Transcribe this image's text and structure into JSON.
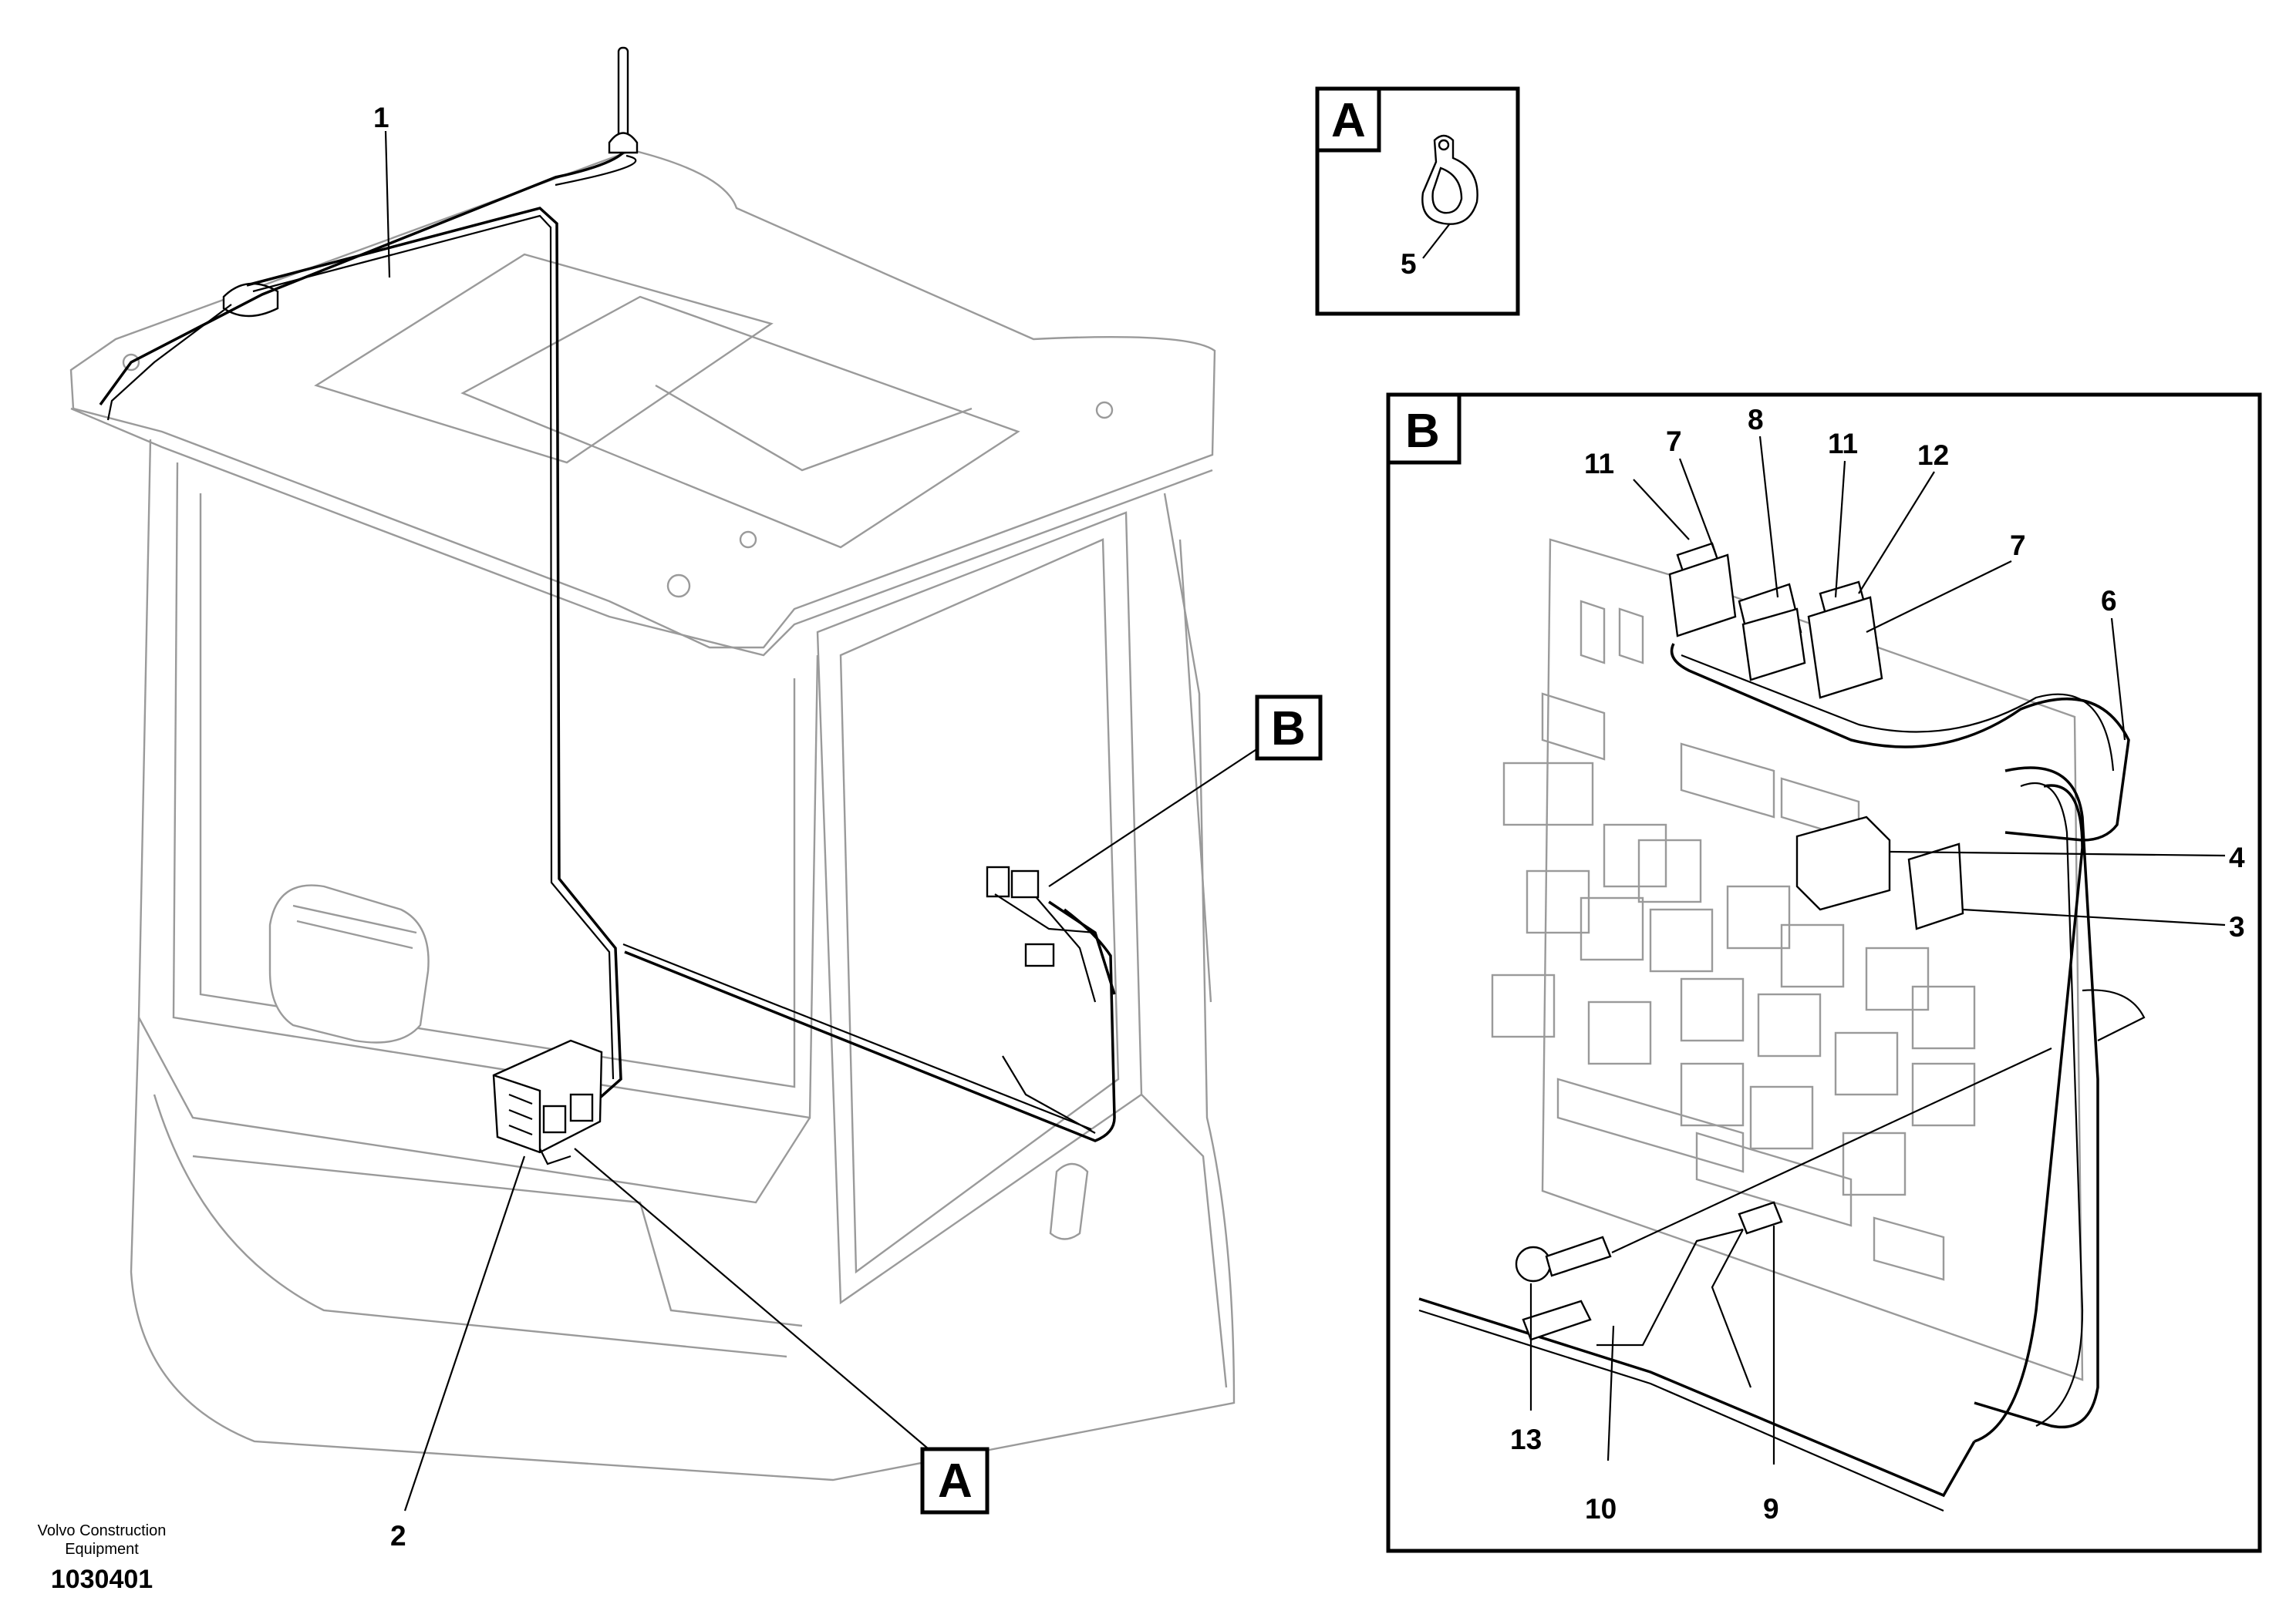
{
  "callouts": {
    "c1": "1",
    "c2": "2",
    "c3": "3",
    "c4": "4",
    "c5": "5",
    "c6": "6",
    "c7a": "7",
    "c7b": "7",
    "c8": "8",
    "c9": "9",
    "c10": "10",
    "c11a": "11",
    "c11b": "11",
    "c12": "12",
    "c13": "13"
  },
  "detail_refs": {
    "a_main": "A",
    "b_main": "B",
    "a_box": "A",
    "b_box": "B"
  },
  "footer": {
    "publisher_line1": "Volvo Construction",
    "publisher_line2": "Equipment",
    "figure_number": "1030401"
  }
}
